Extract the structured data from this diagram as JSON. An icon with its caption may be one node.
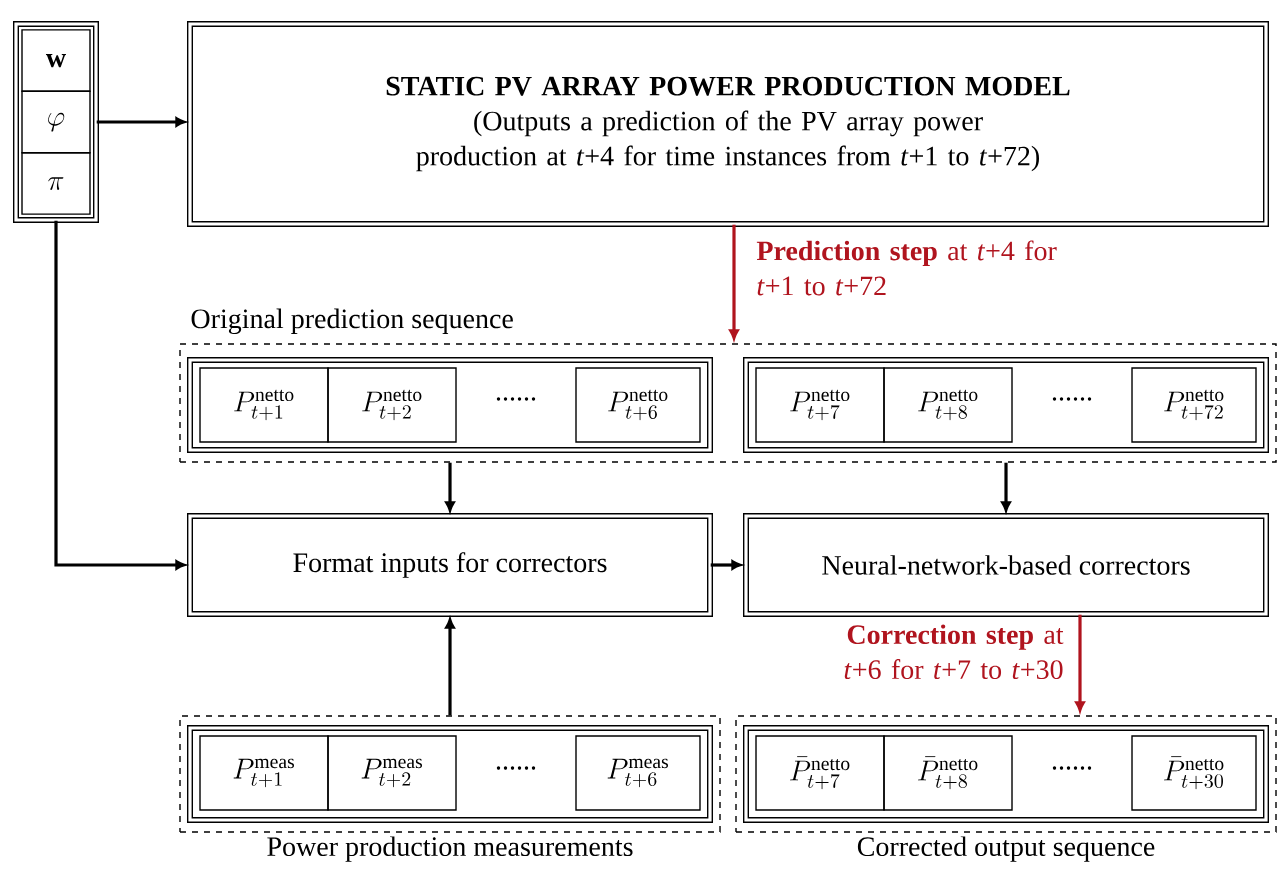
{
  "diagram": {
    "nodes": [
      {
        "text": [
          "\\mathbf{w}",
          "\\varphi",
          "\\pi"
        ]
      },
      {
        "text": [
          "STATIC PV ARRAY POWER PRODUCTION MODEL",
          "(Outputs a prediction of the PV array power production at *t*+4 for time instances from *t*+1 to *t*+72)"
        ]
      },
      {
        "text": [
          "Original prediction sequence"
        ]
      },
      {
        "text": [
          "......"
        ],
        "in": 2
      },
      {
        "text": [
          "P^{\\mathrm{netto}}_{t+1}"
        ],
        "in": 3
      },
      {
        "text": [
          "P^{\\mathrm{netto}}_{t+2}"
        ],
        "in": 3
      },
      {
        "text": [
          "P^{\\mathrm{netto}}_{t+6}"
        ],
        "in": 3
      },
      {
        "text": [
          "......"
        ],
        "in": 2
      },
      {
        "text": [
          "P^{\\mathrm{netto}}_{t+7}"
        ],
        "in": 7
      },
      {
        "text": [
          "P^{\\mathrm{netto}}_{t+8}"
        ],
        "in": 7
      },
      {
        "text": [
          "P^{\\mathrm{netto}}_{t+72}"
        ],
        "in": 7
      },
      {
        "text": [
          "Format inputs for correctors"
        ]
      },
      {
        "text": [
          "Neural-network-based correctors"
        ]
      },
      {
        "text": [
          "Power production measurements"
        ]
      },
      {
        "text": [
          "......"
        ],
        "in": 13
      },
      {
        "text": [
          "P^{\\mathrm{meas}}_{t+1}"
        ],
        "in": 14
      },
      {
        "text": [
          "P^{\\mathrm{meas}}_{t+2}"
        ],
        "in": 14
      },
      {
        "text": [
          "P^{\\mathrm{meas}}_{t+6}"
        ],
        "in": 14
      },
      {
        "text": [
          "Corrected output sequence"
        ]
      },
      {
        "text": [
          "......"
        ],
        "in": 18
      },
      {
        "text": [
          "\\bar{P}^{\\mathrm{netto}}_{t+7}"
        ],
        "in": 19
      },
      {
        "text": [
          "\\bar{P}^{\\mathrm{netto}}_{t+8}"
        ],
        "in": 19
      },
      {
        "text": [
          "\\bar{P}^{\\mathrm{netto}}_{t+30}"
        ],
        "in": 19
      }
    ],
    "edges": [
      {
        "from": 0,
        "to": 1,
        "arrow": "to"
      },
      {
        "from": 0,
        "to": 11,
        "arrow": "to"
      },
      {
        "from": 1,
        "to": 2,
        "arrow": "to",
        "color": "#b0141e",
        "label": "**Prediction step** at *t*+4 for *t*+1 to *t*+72"
      },
      {
        "from": 3,
        "to": 11,
        "arrow": "to"
      },
      {
        "from": 7,
        "to": 12,
        "arrow": "to"
      },
      {
        "from": 14,
        "to": 11,
        "arrow": "to"
      },
      {
        "from": 11,
        "to": 12,
        "arrow": "to"
      },
      {
        "from": 12,
        "to": 18,
        "arrow": "to",
        "color": "#b0141e",
        "label": "**Correction step** at *t*+6 for *t*+7 to *t*+30"
      }
    ]
  }
}
